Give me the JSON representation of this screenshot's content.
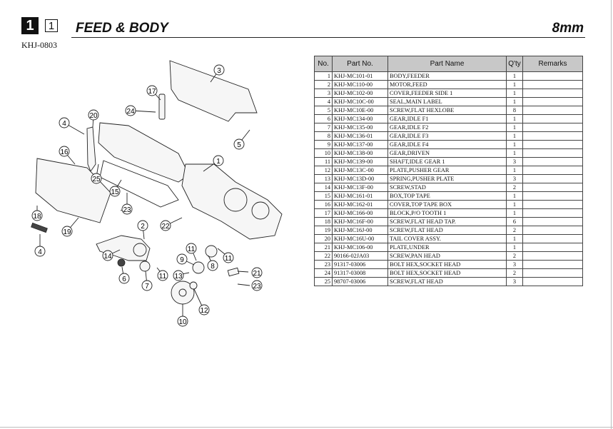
{
  "header": {
    "page_number": "1",
    "section_number": "1",
    "title": "FEED & BODY",
    "size": "8mm",
    "model_code": "KHJ-0803"
  },
  "table": {
    "headers": [
      "No.",
      "Part No.",
      "Part Name",
      "Q'ty",
      "Remarks"
    ],
    "rows": [
      {
        "no": "1",
        "part_no": "KHJ-MC101-01",
        "name": "BODY,FEEDER",
        "qty": "1",
        "remarks": ""
      },
      {
        "no": "2",
        "part_no": "KHJ-MC110-00",
        "name": "MOTOR,FEED",
        "qty": "1",
        "remarks": ""
      },
      {
        "no": "3",
        "part_no": "KHJ-MC102-00",
        "name": "COVER,FEEDER SIDE 1",
        "qty": "1",
        "remarks": ""
      },
      {
        "no": "4",
        "part_no": "KHJ-MC10C-00",
        "name": "SEAL,MAIN LABEL",
        "qty": "1",
        "remarks": ""
      },
      {
        "no": "5",
        "part_no": "KHJ-MC10E-00",
        "name": "SCREW,FLAT HEXLOBE",
        "qty": "8",
        "remarks": ""
      },
      {
        "no": "6",
        "part_no": "KHJ-MC134-00",
        "name": "GEAR,IDLE F1",
        "qty": "1",
        "remarks": ""
      },
      {
        "no": "7",
        "part_no": "KHJ-MC135-00",
        "name": "GEAR,IDLE F2",
        "qty": "1",
        "remarks": ""
      },
      {
        "no": "8",
        "part_no": "KHJ-MC136-01",
        "name": "GEAR,IDLE F3",
        "qty": "1",
        "remarks": ""
      },
      {
        "no": "9",
        "part_no": "KHJ-MC137-00",
        "name": "GEAR,IDLE F4",
        "qty": "1",
        "remarks": ""
      },
      {
        "no": "10",
        "part_no": "KHJ-MC138-00",
        "name": "GEAR,DRIVEN",
        "qty": "1",
        "remarks": ""
      },
      {
        "no": "11",
        "part_no": "KHJ-MC139-00",
        "name": "SHAFT,IDLE GEAR 1",
        "qty": "3",
        "remarks": ""
      },
      {
        "no": "12",
        "part_no": "KHJ-MC13C-00",
        "name": "PLATE,PUSHER GEAR",
        "qty": "1",
        "remarks": ""
      },
      {
        "no": "13",
        "part_no": "KHJ-MC13D-00",
        "name": "SPRING,PUSHER PLATE",
        "qty": "3",
        "remarks": ""
      },
      {
        "no": "14",
        "part_no": "KHJ-MC13F-00",
        "name": "SCREW,STAD",
        "qty": "2",
        "remarks": ""
      },
      {
        "no": "15",
        "part_no": "KHJ-MC161-01",
        "name": "BOX,TOP TAPE",
        "qty": "1",
        "remarks": ""
      },
      {
        "no": "16",
        "part_no": "KHJ-MC162-01",
        "name": "COVER,TOP TAPE BOX",
        "qty": "1",
        "remarks": ""
      },
      {
        "no": "17",
        "part_no": "KHJ-MC166-00",
        "name": "BLOCK,P/O TOOTH 1",
        "qty": "1",
        "remarks": ""
      },
      {
        "no": "18",
        "part_no": "KHJ-MC16F-00",
        "name": "SCREW,FLAT HEAD TAP.",
        "qty": "6",
        "remarks": ""
      },
      {
        "no": "19",
        "part_no": "KHJ-MC16J-00",
        "name": "SCREW,FLAT HEAD",
        "qty": "2",
        "remarks": ""
      },
      {
        "no": "20",
        "part_no": "KHJ-MC16U-00",
        "name": "TAIL COVER ASSY.",
        "qty": "1",
        "remarks": ""
      },
      {
        "no": "21",
        "part_no": "KHJ-MC106-00",
        "name": "PLATE,UNDER",
        "qty": "1",
        "remarks": ""
      },
      {
        "no": "22",
        "part_no": "90166-02JA03",
        "name": "SCREW,PAN HEAD",
        "qty": "2",
        "remarks": ""
      },
      {
        "no": "23",
        "part_no": "91317-03006",
        "name": "BOLT HEX,SOCKET HEAD",
        "qty": "3",
        "remarks": ""
      },
      {
        "no": "24",
        "part_no": "91317-03008",
        "name": "BOLT HEX,SOCKET HEAD",
        "qty": "2",
        "remarks": ""
      },
      {
        "no": "25",
        "part_no": "98707-03006",
        "name": "SCREW,FLAT HEAD",
        "qty": "3",
        "remarks": ""
      }
    ]
  },
  "diagram": {
    "callouts": [
      "1",
      "2",
      "3",
      "4",
      "4",
      "5",
      "6",
      "7",
      "8",
      "9",
      "10",
      "11",
      "11",
      "11",
      "12",
      "13",
      "14",
      "15",
      "16",
      "17",
      "18",
      "19",
      "20",
      "21",
      "22",
      "23",
      "23",
      "24",
      "25"
    ]
  }
}
